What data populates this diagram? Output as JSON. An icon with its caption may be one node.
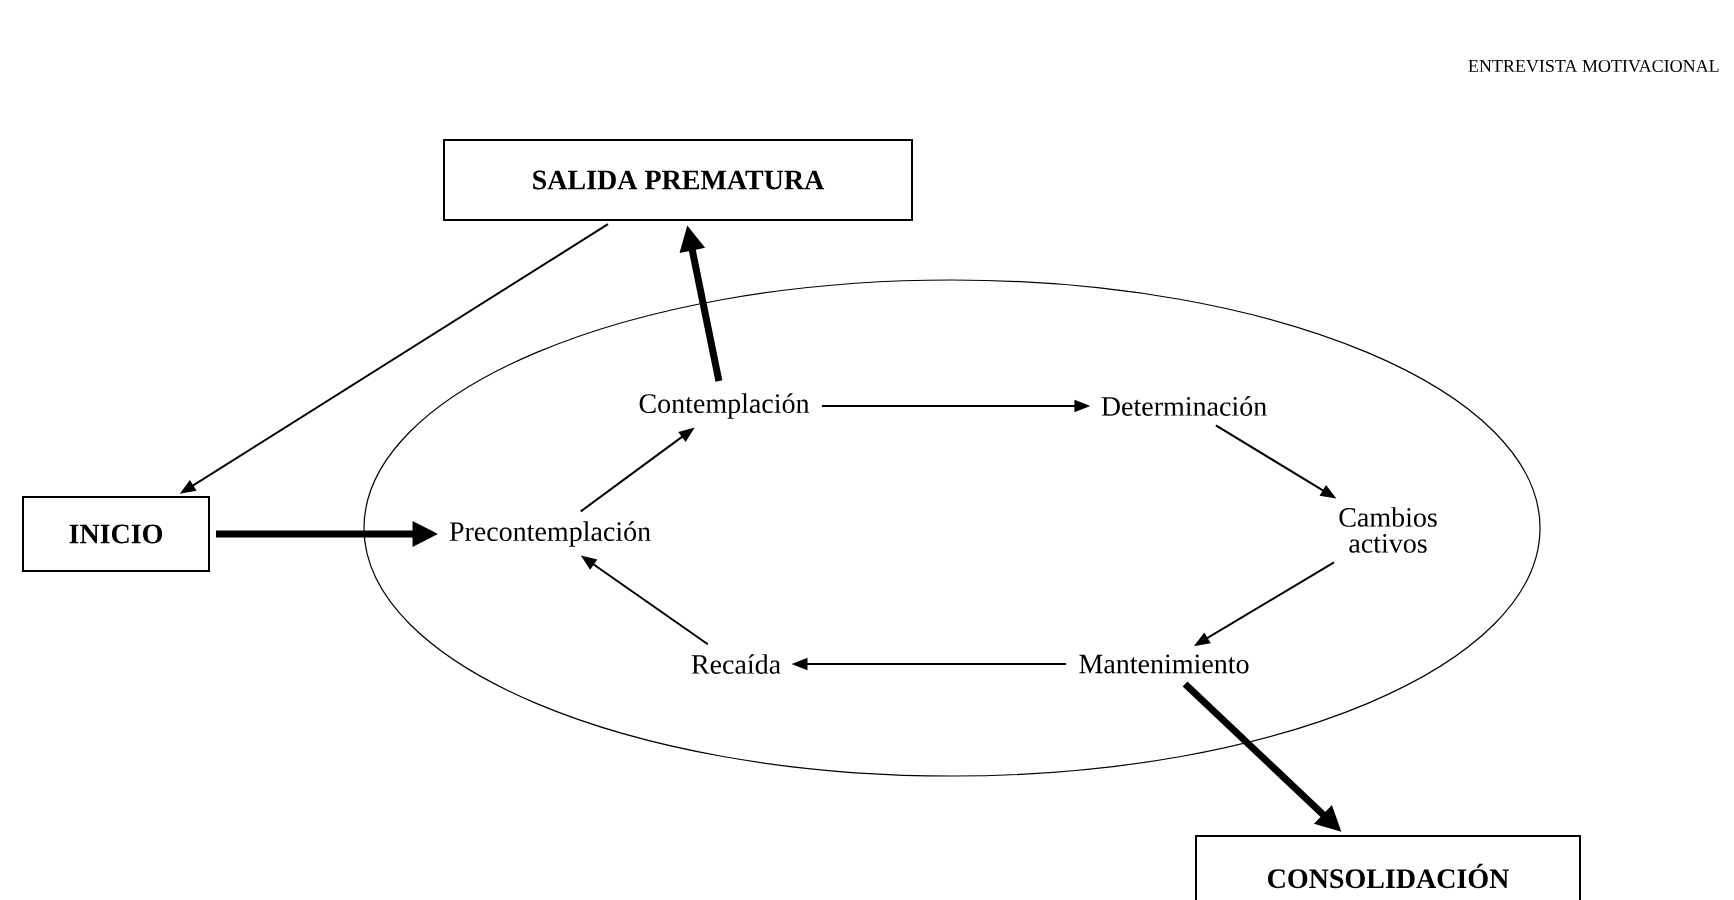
{
  "diagram": {
    "nodes": [
      {
        "text": [
          "SALIDA PREMATURA"
        ]
      },
      {
        "text": [
          "INICIO"
        ]
      },
      {
        "text": [],
        "shape": "ellipse"
      },
      {
        "text": [
          "Precontemplación"
        ],
        "in": 2
      },
      {
        "text": [
          "Contemplación"
        ],
        "in": 2
      },
      {
        "text": [
          "Determinación"
        ],
        "in": 2
      },
      {
        "text": [
          "Cambios activos"
        ],
        "in": 2
      },
      {
        "text": [
          "Mantenimiento"
        ],
        "in": 2
      },
      {
        "text": [
          "Recaída"
        ],
        "in": 2
      },
      {
        "text": [
          "CONSOLIDACIÓN"
        ]
      }
    ],
    "edges": [
      {
        "from": 0,
        "to": 1,
        "arrow": "to"
      },
      {
        "from": 1,
        "to": 3,
        "arrow": "to",
        "style": "thick"
      },
      {
        "from": 3,
        "to": 4,
        "arrow": "to"
      },
      {
        "from": 4,
        "to": 0,
        "arrow": "to",
        "style": "thick"
      },
      {
        "from": 4,
        "to": 5,
        "arrow": "to"
      },
      {
        "from": 5,
        "to": 6,
        "arrow": "to"
      },
      {
        "from": 6,
        "to": 7,
        "arrow": "to"
      },
      {
        "from": 7,
        "to": 8,
        "arrow": "to"
      },
      {
        "from": 8,
        "to": 3,
        "arrow": "to"
      },
      {
        "from": 7,
        "to": 9,
        "arrow": "to",
        "style": "thick"
      }
    ],
    "labels": [
      "ENTREVISTA MOTIVACIONAL"
    ]
  }
}
